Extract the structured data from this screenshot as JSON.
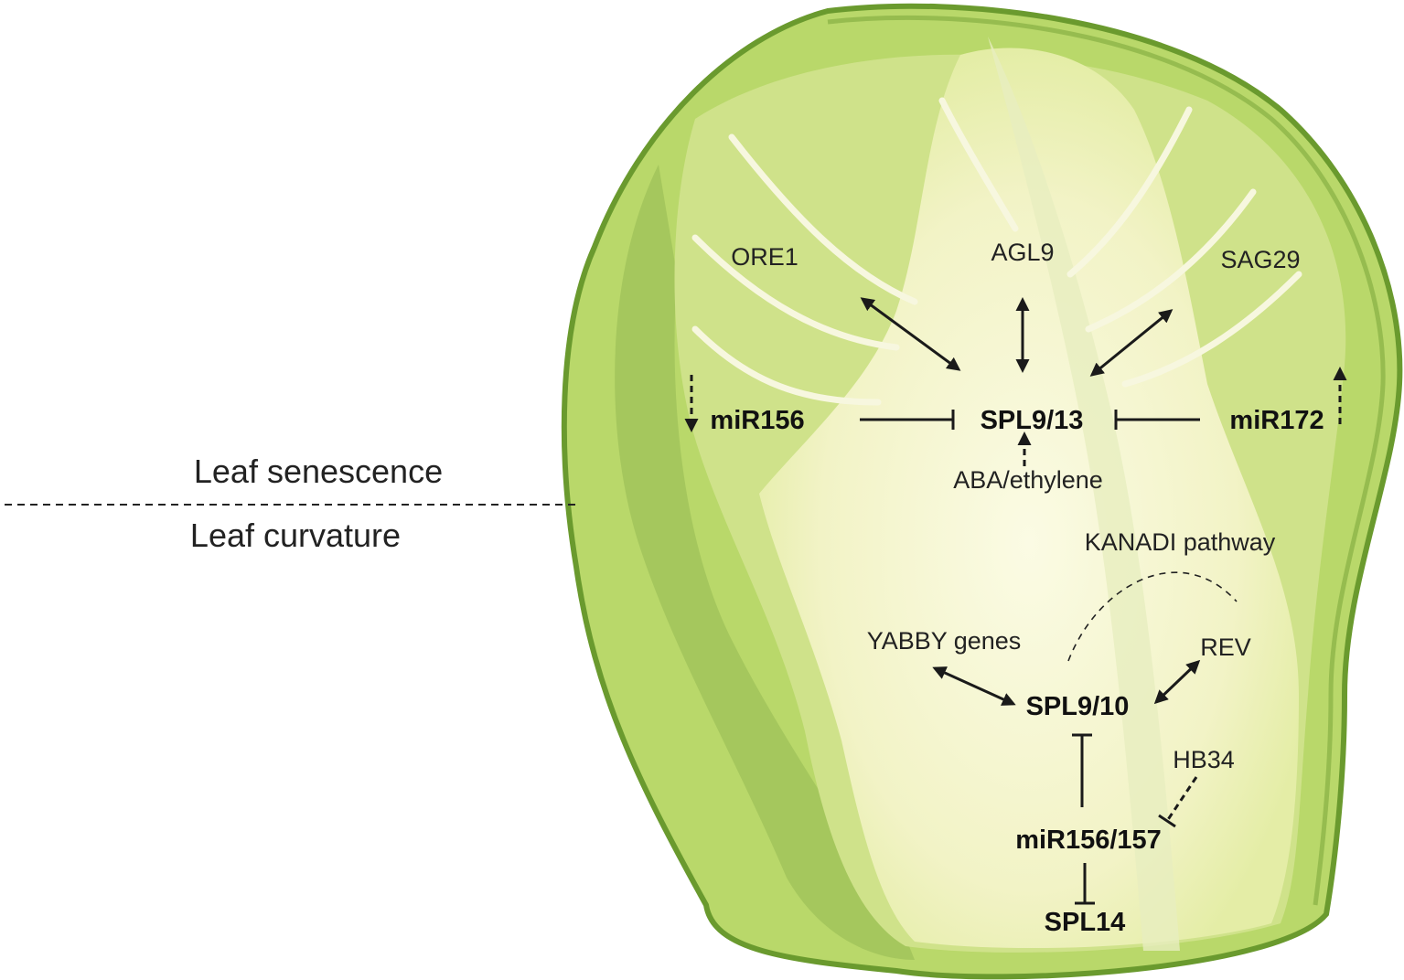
{
  "sections": {
    "top": "Leaf senescence",
    "bottom": "Leaf curvature"
  },
  "nodes": {
    "ore1": "ORE1",
    "agl9": "AGL9",
    "sag29": "SAG29",
    "mir156": "miR156",
    "spl9_13": "SPL9/13",
    "mir172": "miR172",
    "aba": "ABA/ethylene",
    "kanadi": "KANADI pathway",
    "yabby": "YABBY genes",
    "rev": "REV",
    "spl9_10": "SPL9/10",
    "hb34": "HB34",
    "mir156_157": "miR156/157",
    "spl14": "SPL14"
  },
  "colors": {
    "leaf_outline": "#6a9a2e",
    "leaf_outer": "#b8d66a",
    "leaf_inner": "#cfe28a",
    "leaf_core": "#f7f6d8",
    "vein": "#fbfbe8"
  }
}
